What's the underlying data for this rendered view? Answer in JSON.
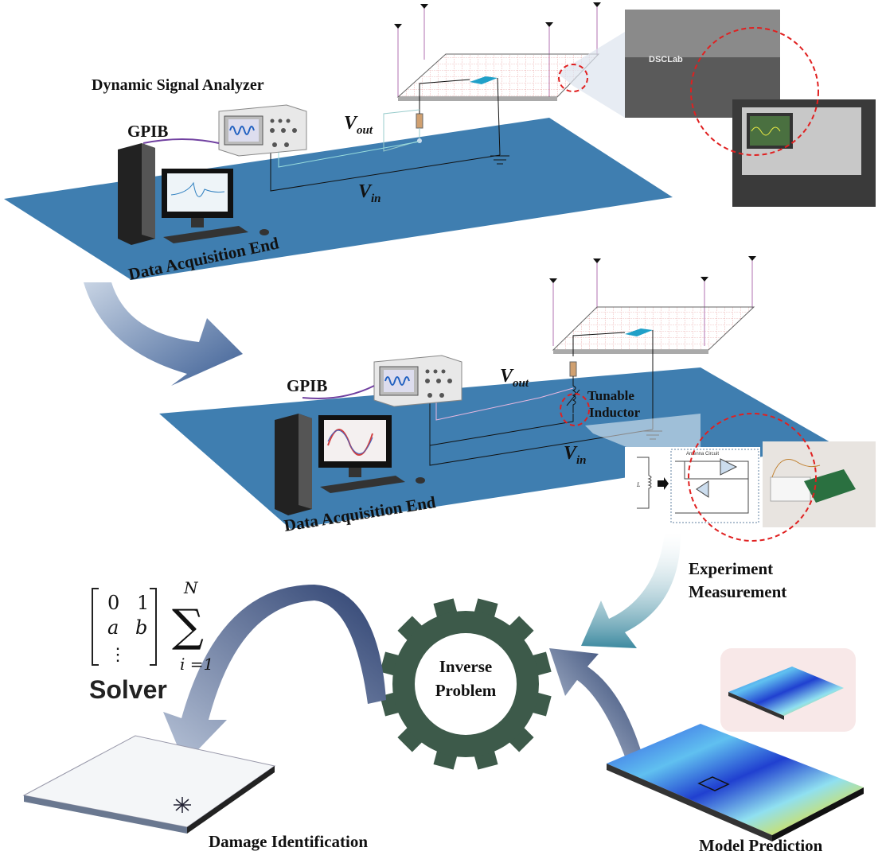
{
  "colors": {
    "floor": "#3f7eb0",
    "gear": "#3d5a4a",
    "arrow": "#4a6a9a",
    "dashed_circle": "#e02020",
    "plate_grid": "#e08080"
  },
  "top_stage": {
    "analyzer_label": "Dynamic Signal Analyzer",
    "gpib_label": "GPIB",
    "vout_label": "V",
    "vout_sub": "out",
    "vin_label": "V",
    "vin_sub": "in",
    "floor_label": "Data Acquisition End",
    "photo_logo": "DSCLab"
  },
  "middle_stage": {
    "gpib_label": "GPIB",
    "vout_label": "V",
    "vout_sub": "out",
    "vin_label": "V",
    "vin_sub": "in",
    "inductor_label_1": "Tunable",
    "inductor_label_2": "Inductor",
    "floor_label": "Data Acquisition End",
    "circuit_title": "Antenna Circuit",
    "circuit_inductor": "L"
  },
  "bottom_stage": {
    "experiment_label_1": "Experiment",
    "experiment_label_2": "Measurement",
    "gear_label_1": "Inverse",
    "gear_label_2": "Problem",
    "matrix": [
      "0",
      "1",
      "a",
      "b",
      "⋮"
    ],
    "sum_upper": "N",
    "sum_symbol": "∑",
    "sum_lower": "i =1",
    "solver_label": "Solver",
    "damage_label": "Damage Identification",
    "model_label": "Model Prediction"
  }
}
